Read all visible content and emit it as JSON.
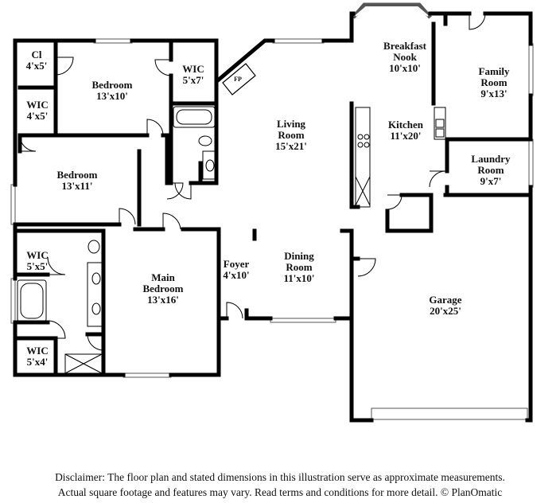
{
  "rooms": [
    {
      "id": "cl",
      "lines": [
        "Cl",
        "4'x5'"
      ]
    },
    {
      "id": "bedroom-1",
      "lines": [
        "Bedroom",
        "13'x10'"
      ]
    },
    {
      "id": "wic-1",
      "lines": [
        "WIC",
        "5'x7'"
      ]
    },
    {
      "id": "wic-2",
      "lines": [
        "WIC",
        "4'x5'"
      ]
    },
    {
      "id": "bedroom-2",
      "lines": [
        "Bedroom",
        "13'x11'"
      ]
    },
    {
      "id": "wic-3",
      "lines": [
        "WIC",
        "5'x5'"
      ]
    },
    {
      "id": "main-bedroom",
      "lines": [
        "Main",
        "Bedroom",
        "13'x16'"
      ]
    },
    {
      "id": "wic-4",
      "lines": [
        "WIC",
        "5'x4'"
      ]
    },
    {
      "id": "living-room",
      "lines": [
        "Living",
        "Room",
        "15'x21'"
      ]
    },
    {
      "id": "foyer",
      "lines": [
        "Foyer",
        "4'x10'"
      ]
    },
    {
      "id": "dining-room",
      "lines": [
        "Dining",
        "Room",
        "11'x10'"
      ]
    },
    {
      "id": "breakfast-nook",
      "lines": [
        "Breakfast",
        "Nook",
        "10'x10'"
      ]
    },
    {
      "id": "family-room",
      "lines": [
        "Family",
        "Room",
        "9'x13'"
      ]
    },
    {
      "id": "kitchen",
      "lines": [
        "Kitchen",
        "11'x20'"
      ]
    },
    {
      "id": "laundry-room",
      "lines": [
        "Laundry",
        "Room",
        "9'x7'"
      ]
    },
    {
      "id": "garage",
      "lines": [
        "Garage",
        "20'x25'"
      ]
    }
  ],
  "fireplace_label": "FP",
  "disclaimer": {
    "line1": "Disclaimer: The floor plan and stated dimensions in this illustration serve as approximate measurements.",
    "line2": "Actual square footage and features may vary. Read terms and conditions for more detail. © PlanOmatic"
  }
}
